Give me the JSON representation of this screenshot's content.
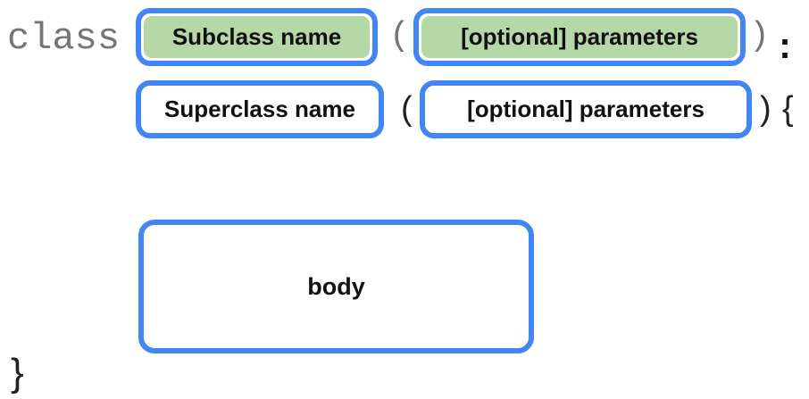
{
  "colors": {
    "accent_blue": "#4285F4",
    "box_green": "#B6D7A8",
    "keyword_gray": "#757575",
    "text_black": "#111111"
  },
  "line1": {
    "keyword": "class",
    "subclass_box_label": "Subclass name",
    "open_paren": "(",
    "params_box_label": "[optional] parameters",
    "close_paren": ")",
    "colon": ":"
  },
  "line2": {
    "superclass_box_label": "Superclass name",
    "open_paren": "(",
    "params_box_label": "[optional] parameters",
    "close_paren": ")",
    "open_brace": "{"
  },
  "body_box": {
    "label": "body"
  },
  "closing": {
    "close_brace": "}"
  }
}
